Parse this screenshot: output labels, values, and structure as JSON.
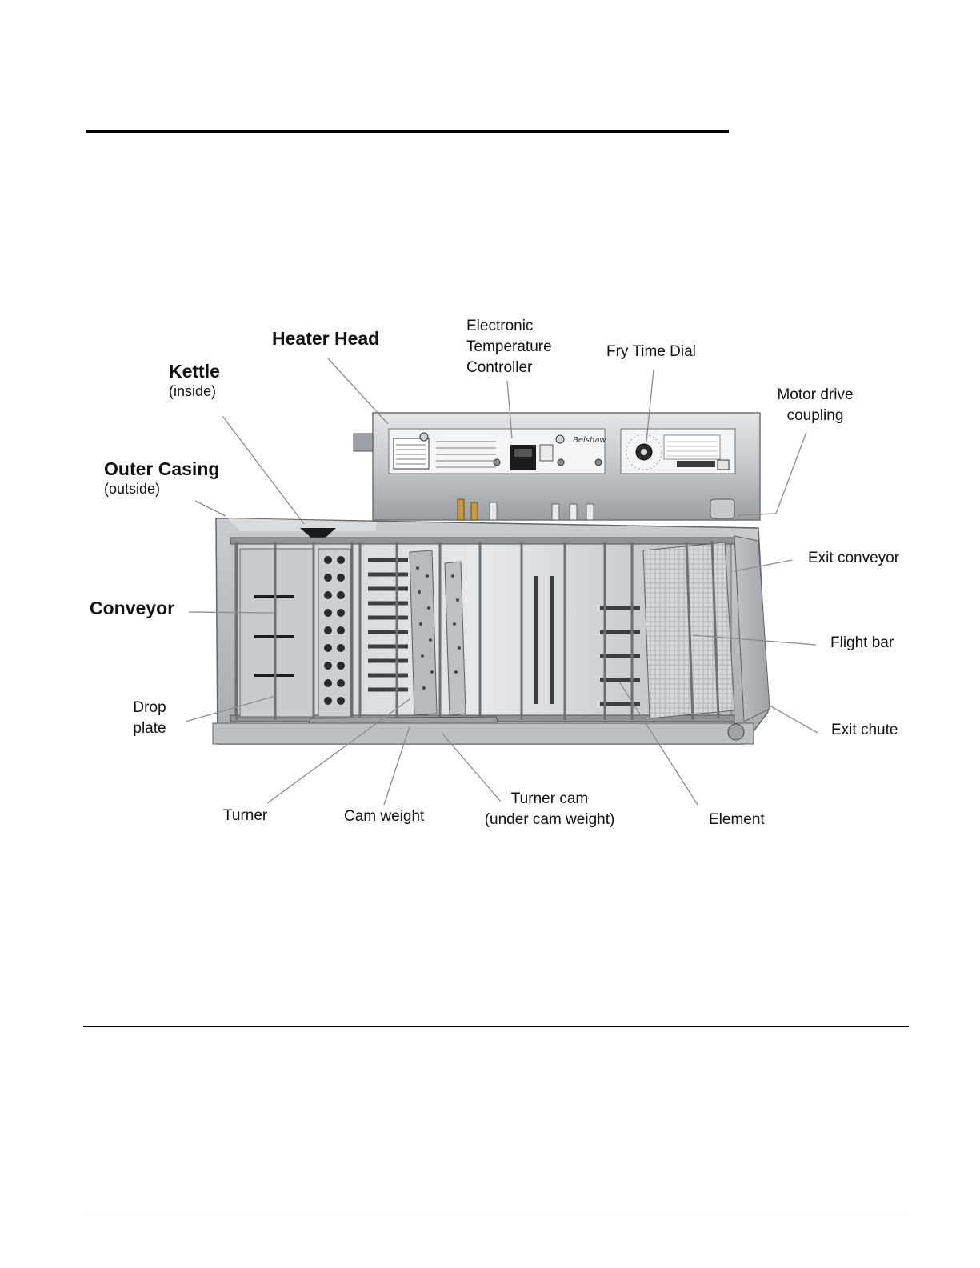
{
  "labels": {
    "heater_head": "Heater Head",
    "kettle": "Kettle",
    "kettle_sub": "(inside)",
    "outer_casing": "Outer Casing",
    "outer_casing_sub": "(outside)",
    "conveyor": "Conveyor",
    "drop_plate_1": "Drop",
    "drop_plate_2": "plate",
    "etc_1": "Electronic",
    "etc_2": "Temperature",
    "etc_3": "Controller",
    "fry_time_dial": "Fry Time Dial",
    "motor_1": "Motor drive",
    "motor_2": "coupling",
    "exit_conveyor": "Exit conveyor",
    "flight_bar": "Flight bar",
    "exit_chute": "Exit chute",
    "turner": "Turner",
    "cam_weight": "Cam weight",
    "turner_cam_1": "Turner cam",
    "turner_cam_2": "(under cam weight)",
    "element": "Element"
  },
  "colors": {
    "steel_light": "#d7dadd",
    "steel_mid": "#b5b9bd",
    "steel_dark": "#7d8287",
    "leader_line": "#8c8c8c"
  }
}
